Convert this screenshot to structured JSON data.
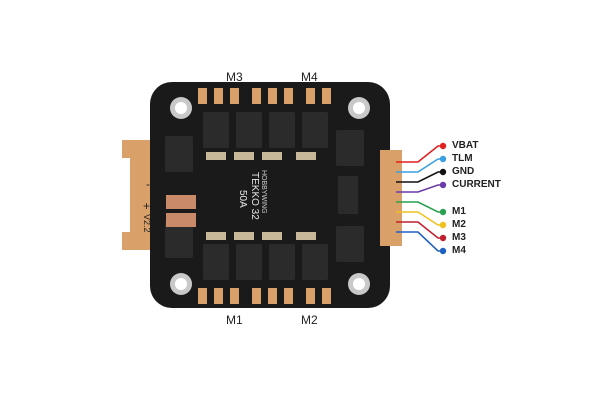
{
  "board": {
    "brand_text": "HOBBYWING",
    "model_text": "TEKKO 32",
    "rating_text": "50A",
    "version_text": "V2.2",
    "minus_text": "-",
    "plus_text": "+",
    "colors": {
      "pcb": "#1a1a1a",
      "pad": "#d9a06a",
      "hole_ring": "#c9c9c9",
      "chip": "#2b2b2b",
      "cap": "#c8b89a",
      "resistor": "#c98a6a"
    }
  },
  "motor_labels": {
    "top_left": "M3",
    "top_right": "M4",
    "bottom_left": "M1",
    "bottom_right": "M2"
  },
  "wires": [
    {
      "label": "VBAT",
      "color": "#e02020"
    },
    {
      "label": "TLM",
      "color": "#3aa0e0"
    },
    {
      "label": "GND",
      "color": "#111111"
    },
    {
      "label": "CURRENT",
      "color": "#6a3aa8"
    },
    {
      "label": "M1",
      "color": "#2aa050"
    },
    {
      "label": "M2",
      "color": "#f0c020"
    },
    {
      "label": "M3",
      "color": "#c02030"
    },
    {
      "label": "M4",
      "color": "#2060c0"
    }
  ]
}
